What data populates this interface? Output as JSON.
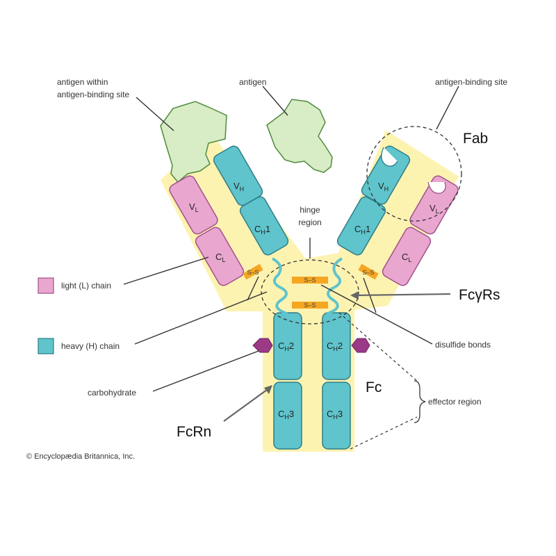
{
  "labels": {
    "antigen_within": "antigen within",
    "antigen_within_2": "antigen-binding site",
    "antigen": "antigen",
    "antigen_binding_site": "antigen-binding site",
    "hinge": "hinge",
    "hinge_2": "region",
    "light_chain": "light (L) chain",
    "heavy_chain": "heavy (H) chain",
    "carbohydrate": "carbohydrate",
    "disulfide_bonds": "disulfide bonds",
    "effector_region": "effector region",
    "copyright": "© Encyclopædia Britannica, Inc."
  },
  "domains": {
    "v_main": "V",
    "v_h_sub": "H",
    "v_l_sub": "L",
    "c_main": "C",
    "c_h_sub": "H",
    "c_l_sub": "L",
    "ch1_num": "1",
    "ch2_num": "2",
    "ch3_num": "3"
  },
  "disulfide": "S–S",
  "annotations": {
    "fab": "Fab",
    "fcgr": "FcγRs",
    "fc": "Fc",
    "fcrn": "FcRn"
  },
  "colors": {
    "light_chain": "#e9a6cf",
    "heavy_chain": "#5fc4cc",
    "antigen": "#d8ecc6",
    "background_y": "#fdf3b1",
    "disulfide_bond": "#f5a623",
    "carbohydrate": "#9b3a86"
  }
}
